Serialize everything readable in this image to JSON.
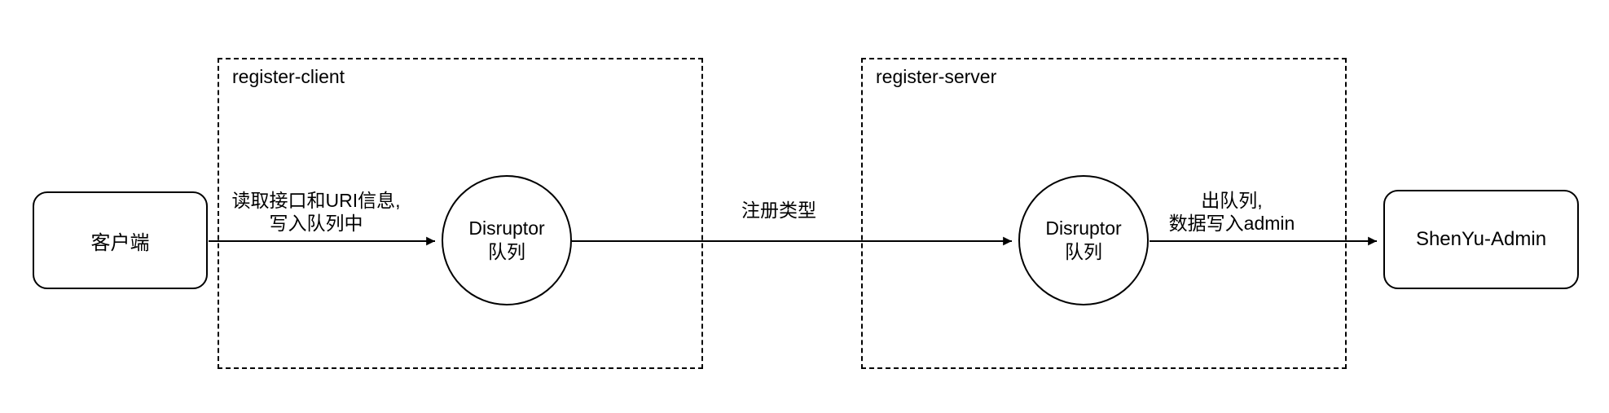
{
  "diagram": {
    "colors": {
      "stroke": "#000000",
      "background": "#ffffff"
    },
    "nodes": {
      "client": {
        "label": "客户端"
      },
      "queue_client": {
        "line1": "Disruptor",
        "line2": "队列"
      },
      "queue_server": {
        "line1": "Disruptor",
        "line2": "队列"
      },
      "admin": {
        "label": "ShenYu-Admin"
      }
    },
    "groups": {
      "register_client": {
        "label": "register-client"
      },
      "register_server": {
        "label": "register-server"
      }
    },
    "edges": {
      "client_to_queue": {
        "line1": "读取接口和URI信息,",
        "line2": "写入队列中"
      },
      "queue_to_queue": {
        "label": "注册类型"
      },
      "queue_to_admin": {
        "line1": "出队列,",
        "line2": "数据写入admin"
      }
    }
  }
}
